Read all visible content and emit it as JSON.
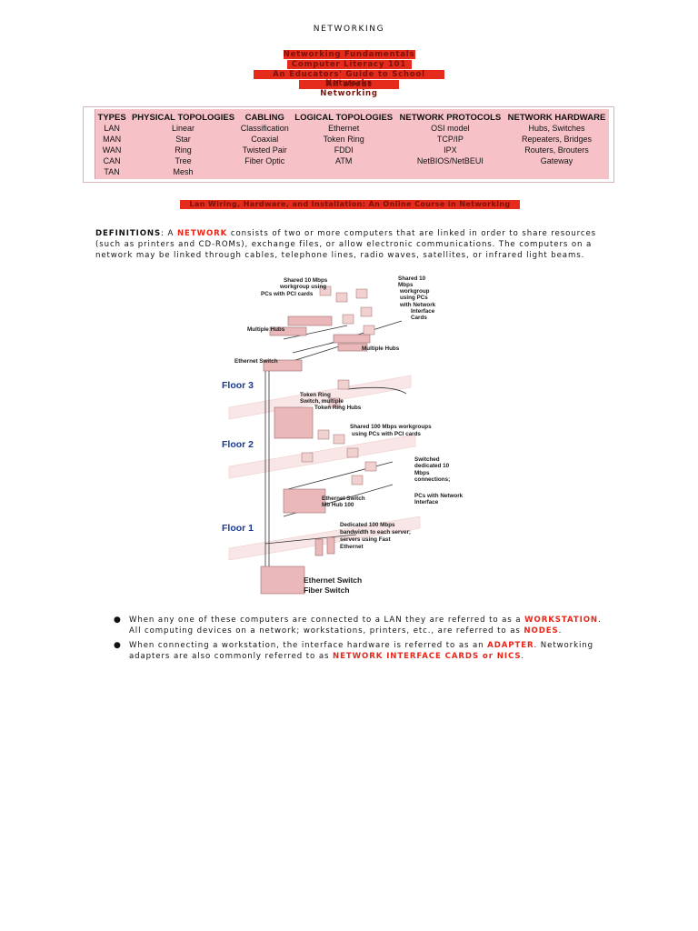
{
  "page": {
    "title": "NETWORKING"
  },
  "links": [
    "Networking Fundamentals",
    "Computer Literacy 101",
    "An Educators' Guide to School Networks",
    "All about Networking"
  ],
  "topology_table": {
    "headers": [
      "TYPES",
      "PHYSICAL TOPOLOGIES",
      "CABLING",
      "LOGICAL TOPOLOGIES",
      "NETWORK PROTOCOLS",
      "NETWORK HARDWARE"
    ],
    "rows": [
      [
        "LAN",
        "Linear",
        "Classification",
        "Ethernet",
        "OSI model",
        "Hubs, Switches"
      ],
      [
        "MAN",
        "Star",
        "Coaxial",
        "Token Ring",
        "TCP/IP",
        "Repeaters, Bridges"
      ],
      [
        "WAN",
        "Ring",
        "Twisted Pair",
        "FDDI",
        "IPX",
        "Routers, Brouters"
      ],
      [
        "CAN",
        "Tree",
        "Fiber Optic",
        "ATM",
        "NetBIOS/NetBEUI",
        "Gateway"
      ],
      [
        "TAN",
        "Mesh",
        "",
        "",
        "",
        ""
      ]
    ]
  },
  "course_link": "Lan Wiring, Hardware, and Installation: An Online Course in Networking",
  "definitions": {
    "label": "DEFINITIONS",
    "lead": ": A ",
    "term": "NETWORK",
    "text": " consists of two or more computers that are linked in order to share resources (such as printers and CD-ROMs), exchange files, or allow electronic communications. The computers on a network may be linked through cables, telephone lines, radio waves, satellites, or infrared light beams."
  },
  "diagram": {
    "labels": {
      "shared10_pci": [
        "Shared 10 Mbps",
        "workgroup using",
        "PCs with PCI cards"
      ],
      "shared10_nic": [
        "Shared 10",
        "Mbps",
        "workgroup",
        "using PCs",
        "with Network",
        "Interface",
        "Cards"
      ],
      "multiple_hubs_left": "Multiple Hubs",
      "multiple_hubs_right": "Multiple Hubs",
      "ethernet_switch": "Ethernet Switch",
      "floor3": "Floor 3",
      "token_ring": [
        "Token Ring",
        "Switch, multiple",
        "Token Ring Hubs"
      ],
      "floor2": "Floor 2",
      "shared100": [
        "Shared 100 Mbps workgroups",
        "using PCs with PCI cards"
      ],
      "switched10": [
        "Switched",
        "dedicated 10",
        "Mbps",
        "connections;",
        "PCs with Network",
        "Interface"
      ],
      "eth_switch_hub": [
        "Ethernet Switch",
        "Mb Hub 100"
      ],
      "floor1": "Floor 1",
      "dedicated100": [
        "Dedicated 100 Mbps",
        "bandwidth to each server;",
        "servers using Fast",
        "Ethernet"
      ],
      "fiber_switch": [
        "Ethernet Switch",
        "Fiber Switch"
      ]
    }
  },
  "bullets": [
    {
      "pre": "When any one of these computers are connected to a LAN they are referred to as a ",
      "term1": "WORKSTATION",
      "mid": ". All computing devices on a network; workstations, printers, etc., are referred to as ",
      "term2": "NODES",
      "post": "."
    },
    {
      "pre": "When connecting a workstation, the interface hardware is referred to as an ",
      "term1": "ADAPTER",
      "mid": ". Networking adapters are also commonly referred to as ",
      "term2": "NETWORK INTERFACE CARDS or NICS",
      "post": "."
    }
  ],
  "colors": {
    "link_bar": "#e52b1c",
    "table_bg": "#f6c2c8",
    "accent_red": "#e8261a",
    "floor_blue": "#1a3a90"
  }
}
